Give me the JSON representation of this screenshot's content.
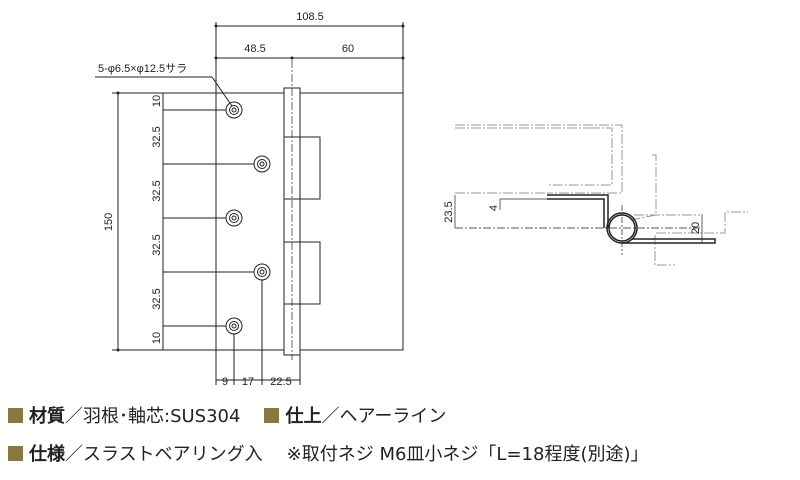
{
  "drawing": {
    "front_view": {
      "hole_note": "5-φ6.5×φ12.5サラ",
      "dim_overall_width": "108.5",
      "dim_left_leaf": "48.5",
      "dim_right_leaf": "60",
      "dim_height": "150",
      "dim_vertical_segments": [
        "10",
        "32.5",
        "32.5",
        "32.5",
        "32.5",
        "10"
      ],
      "dim_bottom": [
        "9",
        "17",
        "22.5"
      ]
    },
    "side_view": {
      "dim_23_5": "23.5",
      "dim_4": "4",
      "dim_20": "20"
    }
  },
  "specs": {
    "material_label": "材質",
    "material_value": "／羽根･軸芯:SUS304",
    "finish_label": "仕上",
    "finish_value": "／ヘアーライン",
    "spec_label": "仕様",
    "spec_value": "／スラストベアリング入",
    "note": "※取付ネジ M6皿小ネジ「L=18程度(別途)」"
  },
  "colors": {
    "bullet": "#8b7640",
    "line": "#222222"
  }
}
